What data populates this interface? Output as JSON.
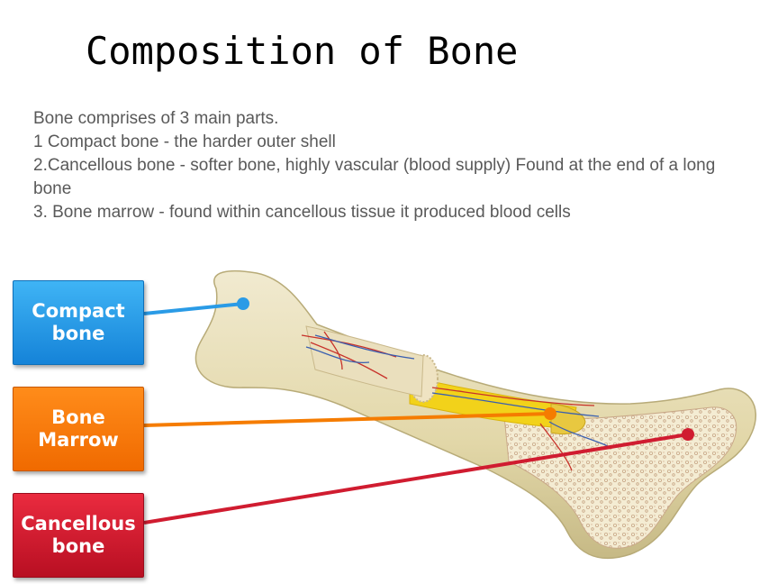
{
  "slide": {
    "title": "Composition of Bone",
    "body_lines": [
      "Bone comprises of 3 main parts.",
      "1 Compact bone - the harder outer shell",
      "2.Cancellous bone - softer bone, highly vascular (blood supply)  Found at the end of a long bone",
      "3. Bone marrow - found within cancellous tissue it produced blood cells"
    ]
  },
  "labels": [
    {
      "id": "compact",
      "text": "Compact\nbone",
      "color": "#1e90e0"
    },
    {
      "id": "marrow",
      "text": "Bone\nMarrow",
      "color": "#f57c00"
    },
    {
      "id": "cancellous",
      "text": "Cancellous\nbone",
      "color": "#d01c30"
    }
  ],
  "colors": {
    "bone": "#e8dfb8",
    "bone_shadow": "#c9bd8a",
    "spongy": "#f3ead0",
    "marrow": "#f2d21a",
    "vessel_red": "#c8322a",
    "vessel_blue": "#3a5fb0"
  }
}
